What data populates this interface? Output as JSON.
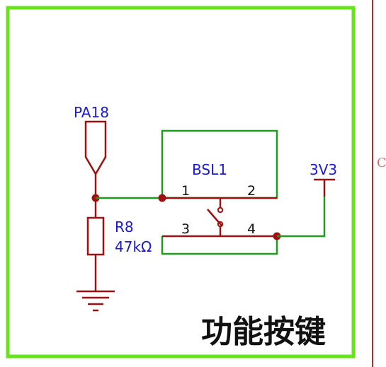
{
  "title": "功能按键",
  "net_label": "PA18",
  "power_label": "3V3",
  "switch": {
    "designator": "BSL1",
    "pins": [
      "1",
      "2",
      "3",
      "4"
    ]
  },
  "resistor": {
    "designator": "R8",
    "value": "47kΩ"
  },
  "side_label": "C",
  "colors": {
    "frame_border": "#66e61a",
    "wire": "#1f9b1f",
    "component": "#a01010",
    "label_text": "#1a1ad6"
  }
}
